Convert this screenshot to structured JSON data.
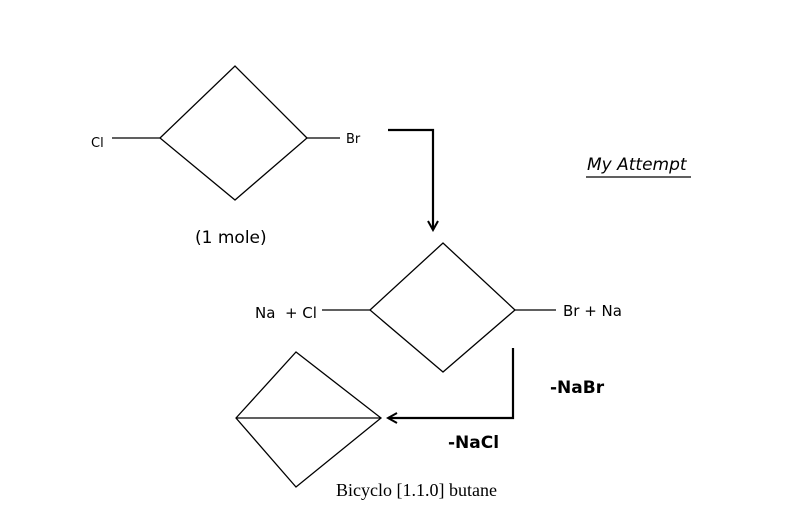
{
  "reactant": {
    "left_substituent": "Cl",
    "right_substituent": "Br",
    "amount": "(1 mole)"
  },
  "title": "My Attempt",
  "intermediate": {
    "left_label": "Na  + Cl",
    "right_label": "Br + Na"
  },
  "eliminations": {
    "first": "-NaBr",
    "second": "-NaCl"
  },
  "product": {
    "name": "Bicyclo [1.1.0] butane"
  }
}
